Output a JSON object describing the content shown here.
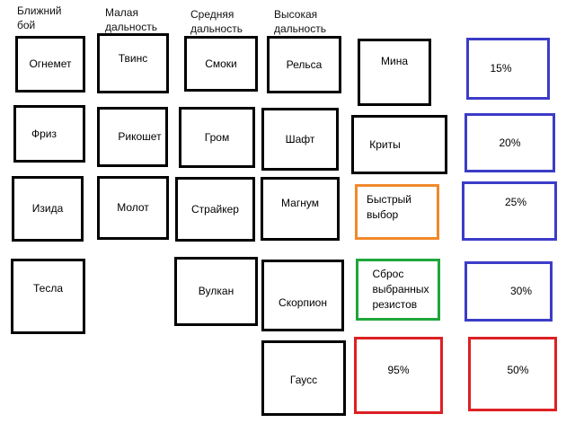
{
  "headers": {
    "melee": "Ближний\nбой",
    "short": "Малая\nдальность",
    "medium": "Средняя\nдальность",
    "long": "Высокая\nдальность"
  },
  "weapons": {
    "melee": [
      "Огнемет",
      "Фриз",
      "Изида",
      "Тесла"
    ],
    "short": [
      "Твинс",
      "Рикошет",
      "Молот"
    ],
    "medium": [
      "Смоки",
      "Гром",
      "Страйкер",
      "Вулкан"
    ],
    "long": [
      "Рельса",
      "Шафт",
      "Магнум",
      "Скорпион",
      "Гаусс"
    ]
  },
  "modules": {
    "mine": "Мина",
    "crits": "Криты",
    "quick_select": "Быстрый\nвыбор",
    "reset_resists": "Сброс\nвыбранных\nрезистов",
    "red_95": "95%"
  },
  "percents": {
    "blue": [
      "15%",
      "20%",
      "25%",
      "30%"
    ],
    "red": "50%"
  },
  "colors": {
    "black": "#000000",
    "blue": "#3c3cc8",
    "orange": "#f0892a",
    "green": "#1fa63a",
    "red": "#dd2024"
  }
}
